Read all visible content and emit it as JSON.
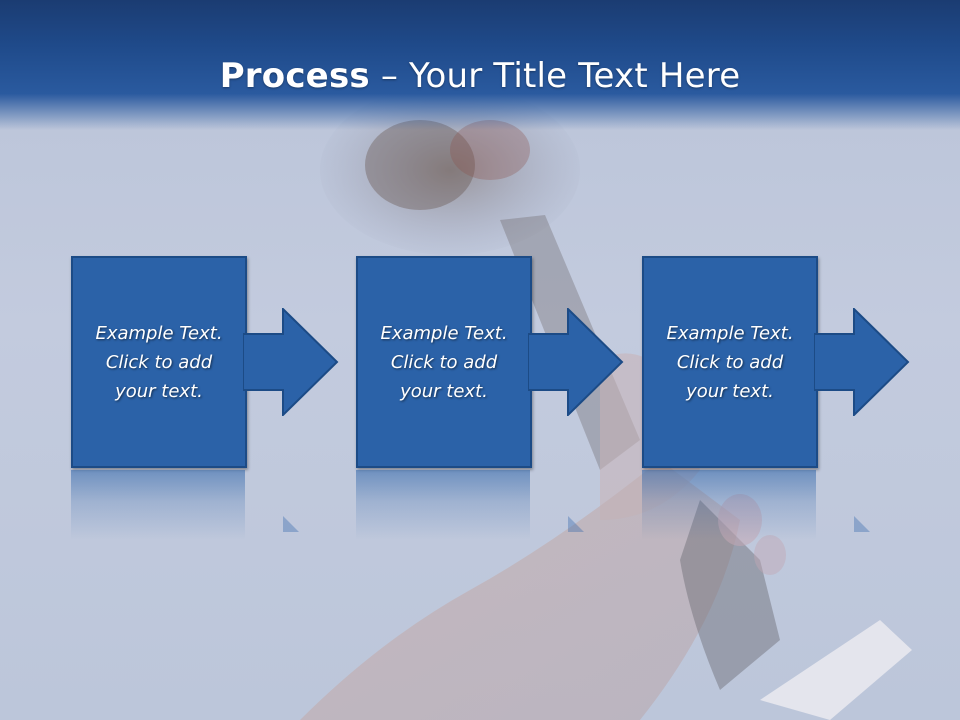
{
  "slide": {
    "title_bold": "Process",
    "title_rest": " – Your Title Text Here",
    "steps": [
      {
        "lines": [
          "Example Text.",
          "Click  to add",
          "your text."
        ]
      },
      {
        "lines": [
          "Example Text.",
          "Click  to add",
          "your text."
        ]
      },
      {
        "lines": [
          "Example Text.",
          "Click  to add",
          "your text."
        ]
      }
    ]
  },
  "colors": {
    "title_band": "#1f4a8a",
    "box_fill": "#2b62a8",
    "box_border": "#1c4b86",
    "background": "#c3cbde"
  }
}
